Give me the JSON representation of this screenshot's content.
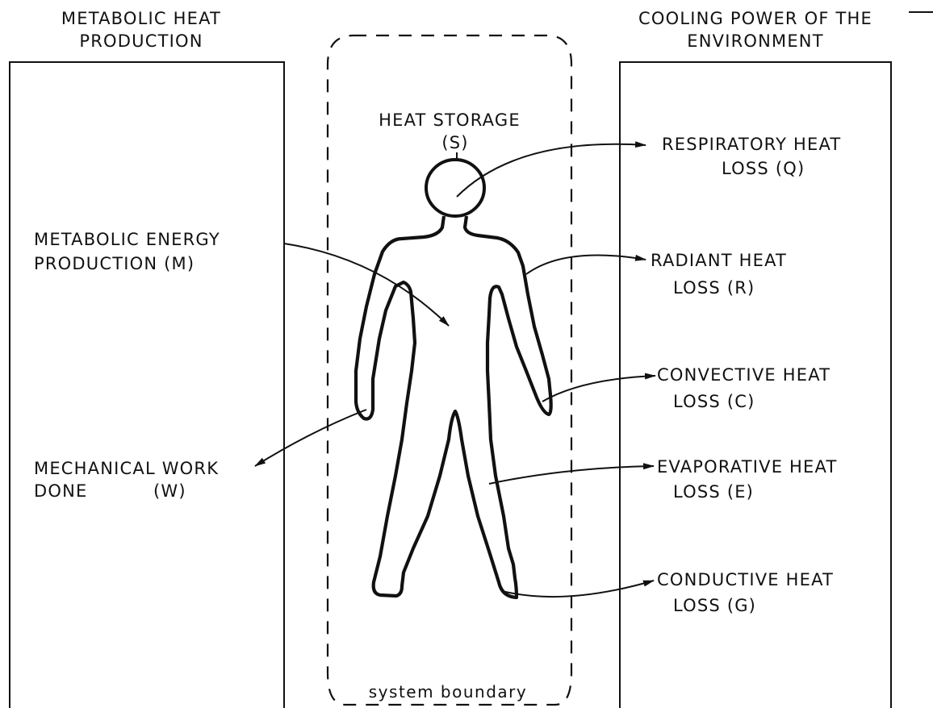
{
  "left_panel": {
    "title_line1": "METABOLIC HEAT",
    "title_line2": "PRODUCTION",
    "metabolic_line1": "METABOLIC ENERGY",
    "metabolic_line2": "PRODUCTION (M)",
    "work_line1": "MECHANICAL WORK",
    "work_line2a": "DONE",
    "work_line2b": "(W)"
  },
  "center": {
    "storage_line1": "HEAT STORAGE",
    "storage_line2": "(S)",
    "boundary_label": "system  boundary"
  },
  "right_panel": {
    "title_line1": "COOLING POWER OF THE",
    "title_line2": "ENVIRONMENT",
    "respiratory_line1": "RESPIRATORY HEAT",
    "respiratory_line2": "LOSS   (Q)",
    "radiant_line1": "RADIANT  HEAT",
    "radiant_line2": "LOSS   (R)",
    "convective_line1": "CONVECTIVE HEAT",
    "convective_line2": "LOSS   (C)",
    "evaporative_line1": "EVAPORATIVE HEAT",
    "evaporative_line2": "LOSS   (E)",
    "conductive_line1": "CONDUCTIVE  HEAT",
    "conductive_line2": "LOSS   (G)"
  },
  "colors": {
    "ink": "#111111",
    "background": "#ffffff"
  }
}
